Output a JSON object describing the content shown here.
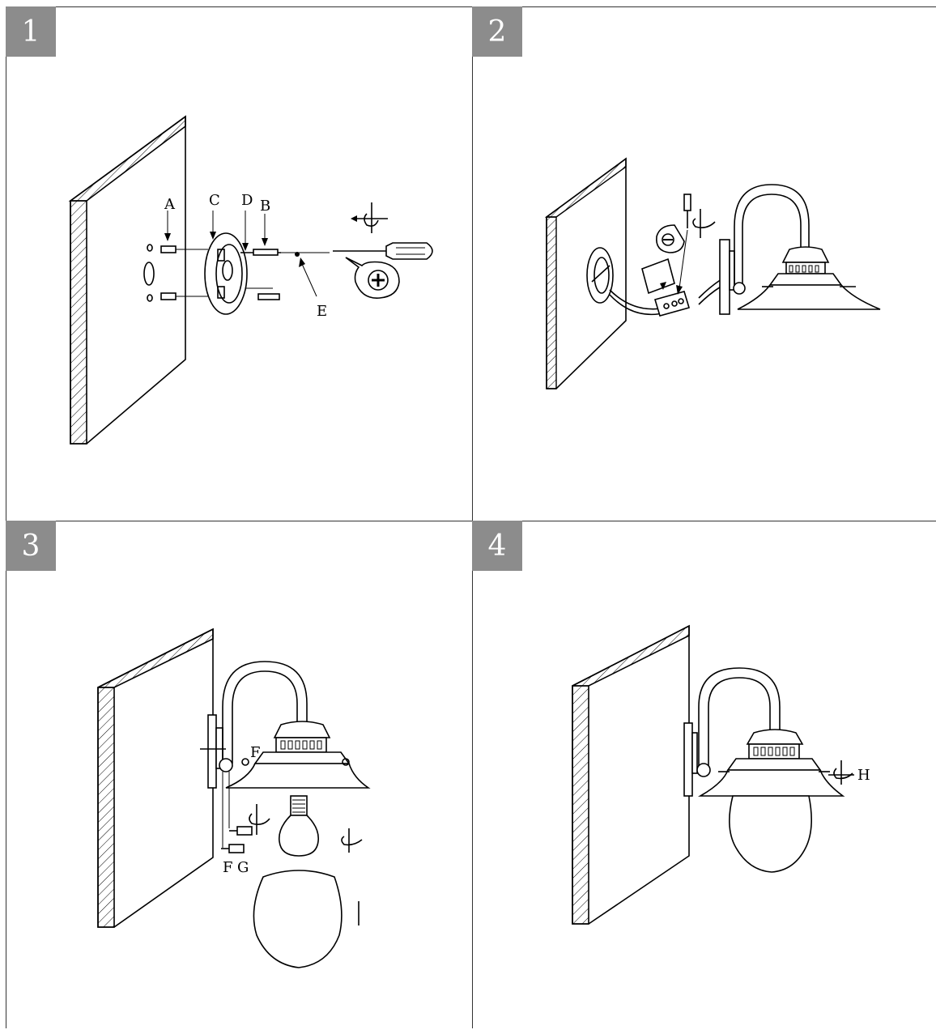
{
  "steps": [
    {
      "number": "1",
      "labels": {
        "a": "A",
        "b": "B",
        "c": "C",
        "d": "D",
        "e": "E"
      }
    },
    {
      "number": "2"
    },
    {
      "number": "3",
      "labels": {
        "f_top": "F",
        "f_bottom": "F",
        "g": "G"
      }
    },
    {
      "number": "4",
      "labels": {
        "h": "H"
      }
    }
  ],
  "colors": {
    "badge": "#8c8c8c",
    "line": "#000000",
    "grid": "#333333"
  }
}
